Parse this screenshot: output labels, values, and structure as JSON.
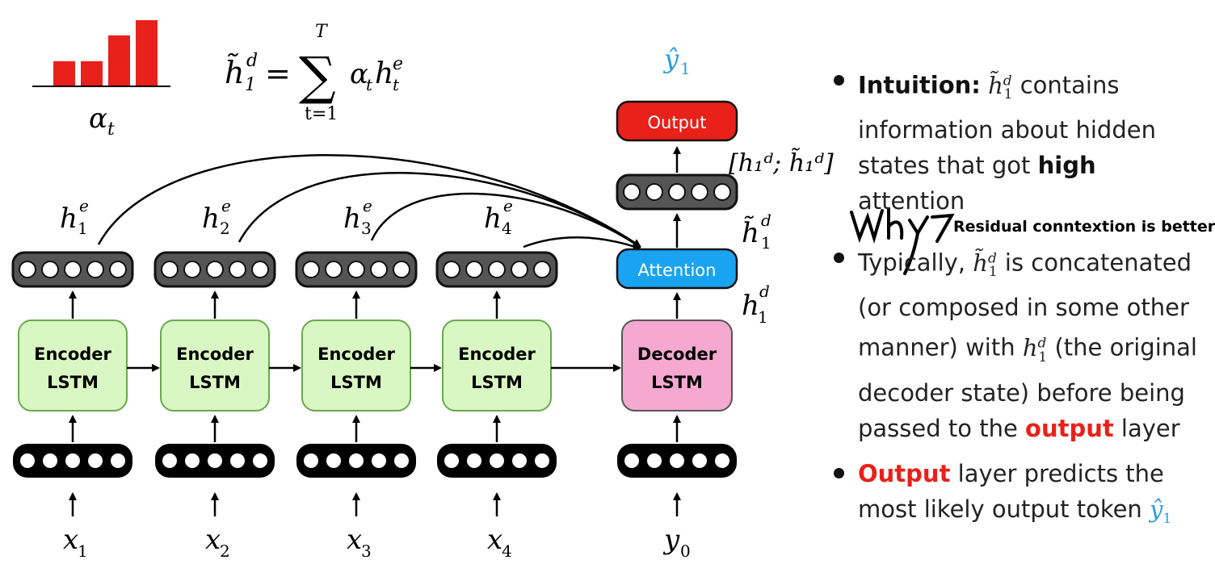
{
  "formula": {
    "lhs": "h̃",
    "lhs_sup": "d",
    "lhs_sub": "1",
    "equals": "=",
    "sum_top": "T",
    "sum_bottom": "t=1",
    "term_alpha": "α",
    "term_alpha_sub": "t",
    "term_h": "h",
    "term_h_sup": "e",
    "term_h_sub": "t"
  },
  "attention_weights": {
    "label": "α",
    "label_sub": "t",
    "values": [
      0.38,
      0.38,
      0.77,
      1.0
    ],
    "color": "#e8211a"
  },
  "encoder": {
    "box_line1": "Encoder",
    "box_line2": "LSTM",
    "inputs": [
      {
        "var": "x",
        "sub": "1"
      },
      {
        "var": "x",
        "sub": "2"
      },
      {
        "var": "x",
        "sub": "3"
      },
      {
        "var": "x",
        "sub": "4"
      }
    ],
    "hidden": [
      {
        "var": "h",
        "sup": "e",
        "sub": "1"
      },
      {
        "var": "h",
        "sup": "e",
        "sub": "2"
      },
      {
        "var": "h",
        "sup": "e",
        "sub": "3"
      },
      {
        "var": "h",
        "sup": "e",
        "sub": "4"
      }
    ]
  },
  "decoder": {
    "box_line1": "Decoder",
    "box_line2": "LSTM",
    "input": {
      "var": "y",
      "sub": "0"
    },
    "attention_label": "Attention",
    "output_label": "Output",
    "h_label": {
      "var": "h",
      "sup": "d",
      "sub": "1"
    },
    "htilde_label": {
      "var": "h̃",
      "sup": "d",
      "sub": "1"
    },
    "concat_label": "[h₁ᵈ; h̃₁ᵈ]",
    "yhat_label": {
      "var": "ŷ",
      "sub": "1"
    }
  },
  "colors": {
    "encoder_fill": "#d9f7c2",
    "encoder_stroke": "#6aa84f",
    "decoder_fill": "#f5a8d0",
    "attention_fill": "#1aa3f0",
    "output_fill": "#e8211a",
    "vector_fill": "#555555",
    "bullet_red": "#e8211a",
    "yhat_blue": "#2a9ee0"
  },
  "bullets": {
    "b1_bold": "Intuition:",
    "b1_math": "h̃",
    "b1_math_sup": "d",
    "b1_math_sub": "1",
    "b1_text1": " contains information about hidden states that got ",
    "b1_bold2": "high",
    "b1_text2": " attention",
    "b2_text1": "Typically, ",
    "b2_math": "h̃",
    "b2_math_sup": "d",
    "b2_math_sub": "1",
    "b2_text2": " is concatenated (or composed in some other manner) with ",
    "b2_math2": "h",
    "b2_math2_sup": "d",
    "b2_math2_sub": "1",
    "b2_text3": " (the original decoder state) before being passed to the ",
    "b2_red": "output",
    "b2_text4": " layer",
    "b3_red": "Output",
    "b3_text1": " layer predicts the most likely output token ",
    "b3_math": "ŷ",
    "b3_math_sub": "1"
  },
  "annotation": {
    "handwritten": "Why?",
    "note": "Residual conntextion is better"
  }
}
